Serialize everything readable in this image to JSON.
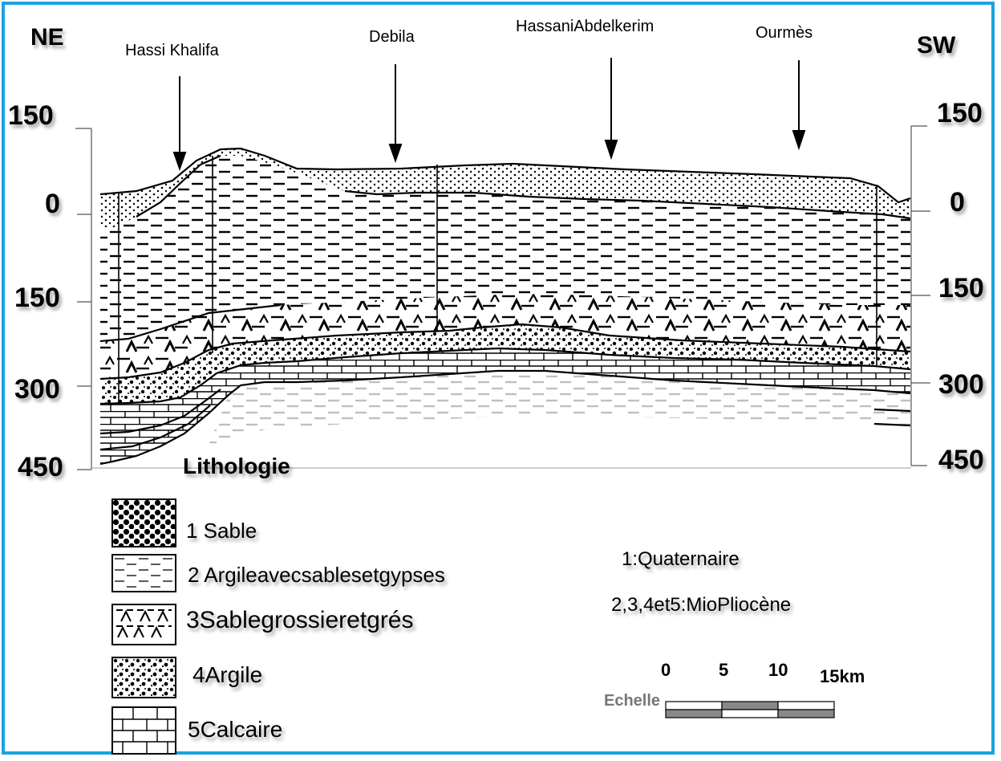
{
  "directions": {
    "left": "NE",
    "right": "SW"
  },
  "locations": [
    {
      "name": "Hassi Khalifa"
    },
    {
      "name": "Debila"
    },
    {
      "name": "HassaniAbdelkerim"
    },
    {
      "name": "Ourmès"
    }
  ],
  "left_ticks": [
    "150",
    "0",
    "150",
    "300",
    "450"
  ],
  "right_ticks": [
    "150",
    "0",
    "150",
    "300",
    "450"
  ],
  "legend": {
    "title": "Lithologie",
    "items": [
      {
        "num": "1",
        "label": "1 Sable",
        "pattern": "sand"
      },
      {
        "num": "2",
        "label": "2 Argileavecsablesetgypses",
        "pattern": "clay-sand-gypsum"
      },
      {
        "num": "3",
        "label": "3Sablegrossieretgrés",
        "pattern": "coarse-sand-sandstone"
      },
      {
        "num": "4",
        "label": "4Argile",
        "pattern": "clay"
      },
      {
        "num": "5",
        "label": "5Calcaire",
        "pattern": "limestone"
      }
    ]
  },
  "stratigraphy": {
    "line1": "1:Quaternaire",
    "line2": "2,3,4et5:MioPliocène"
  },
  "scale": {
    "label": "Echelle",
    "ticks": [
      "0",
      "5",
      "10",
      "15km"
    ],
    "colors": {
      "dark": "#888888",
      "light": "#ffffff"
    }
  },
  "colors": {
    "frame": "#1aa3e0",
    "ink": "#000000",
    "scale_label": "#777777"
  }
}
